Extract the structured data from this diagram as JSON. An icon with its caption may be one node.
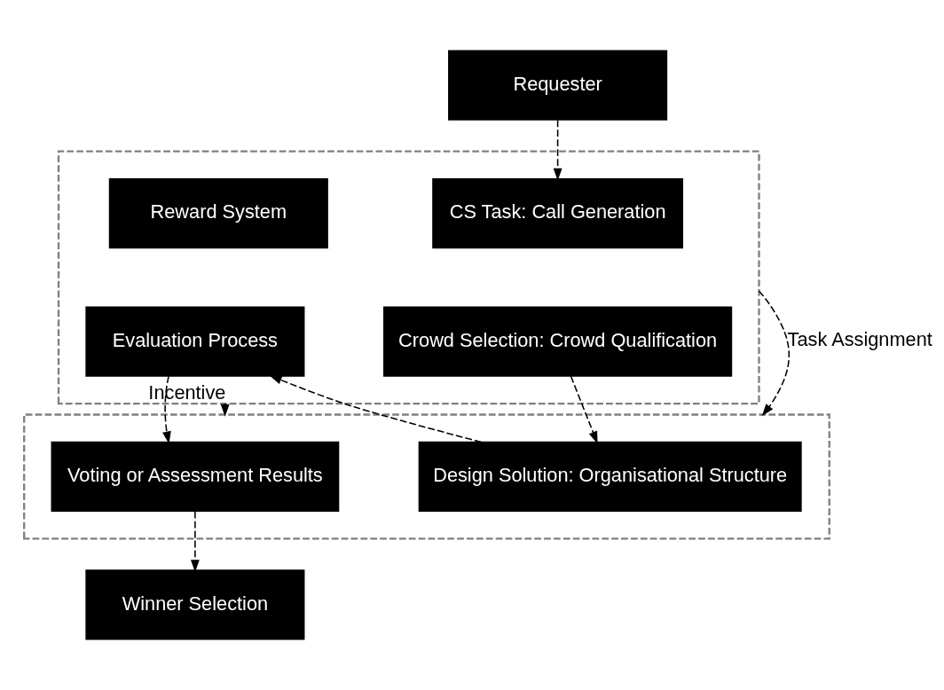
{
  "diagram": {
    "nodes": [
      {
        "text": [
          "Requester"
        ]
      },
      {
        "text": [],
        "shape": "box"
      },
      {
        "text": [
          "CS Task: Call Generation"
        ],
        "in": 1
      },
      {
        "text": [
          "Reward System"
        ],
        "in": 1
      },
      {
        "text": [
          "Crowd Selection: Crowd Qualification"
        ],
        "in": 1
      },
      {
        "text": [
          "Evaluation Process"
        ],
        "in": 1
      },
      {
        "text": [],
        "shape": "box"
      },
      {
        "text": [
          "Design Solution: Organisational Structure"
        ],
        "in": 6
      },
      {
        "text": [
          "Voting or Assessment Results"
        ],
        "in": 6
      },
      {
        "text": [
          "Winner Selection"
        ]
      }
    ],
    "edges": [
      {
        "from": 0,
        "to": 2,
        "arrow": "to",
        "style": "dashed"
      },
      {
        "from": 4,
        "to": 7,
        "arrow": "to",
        "style": "dashed"
      },
      {
        "from": 7,
        "to": 5,
        "arrow": "to",
        "style": "dashed"
      },
      {
        "from": 5,
        "to": 8,
        "arrow": "to",
        "style": "dashed"
      },
      {
        "from": 8,
        "to": 9,
        "arrow": "to",
        "style": "dashed"
      },
      {
        "from": 1,
        "to": 6,
        "arrow": "to",
        "style": "dashed",
        "label": "Task Assignment"
      },
      {
        "from": 1,
        "to": 6,
        "arrow": "to",
        "style": "dashed",
        "label": "Incentive"
      }
    ]
  }
}
